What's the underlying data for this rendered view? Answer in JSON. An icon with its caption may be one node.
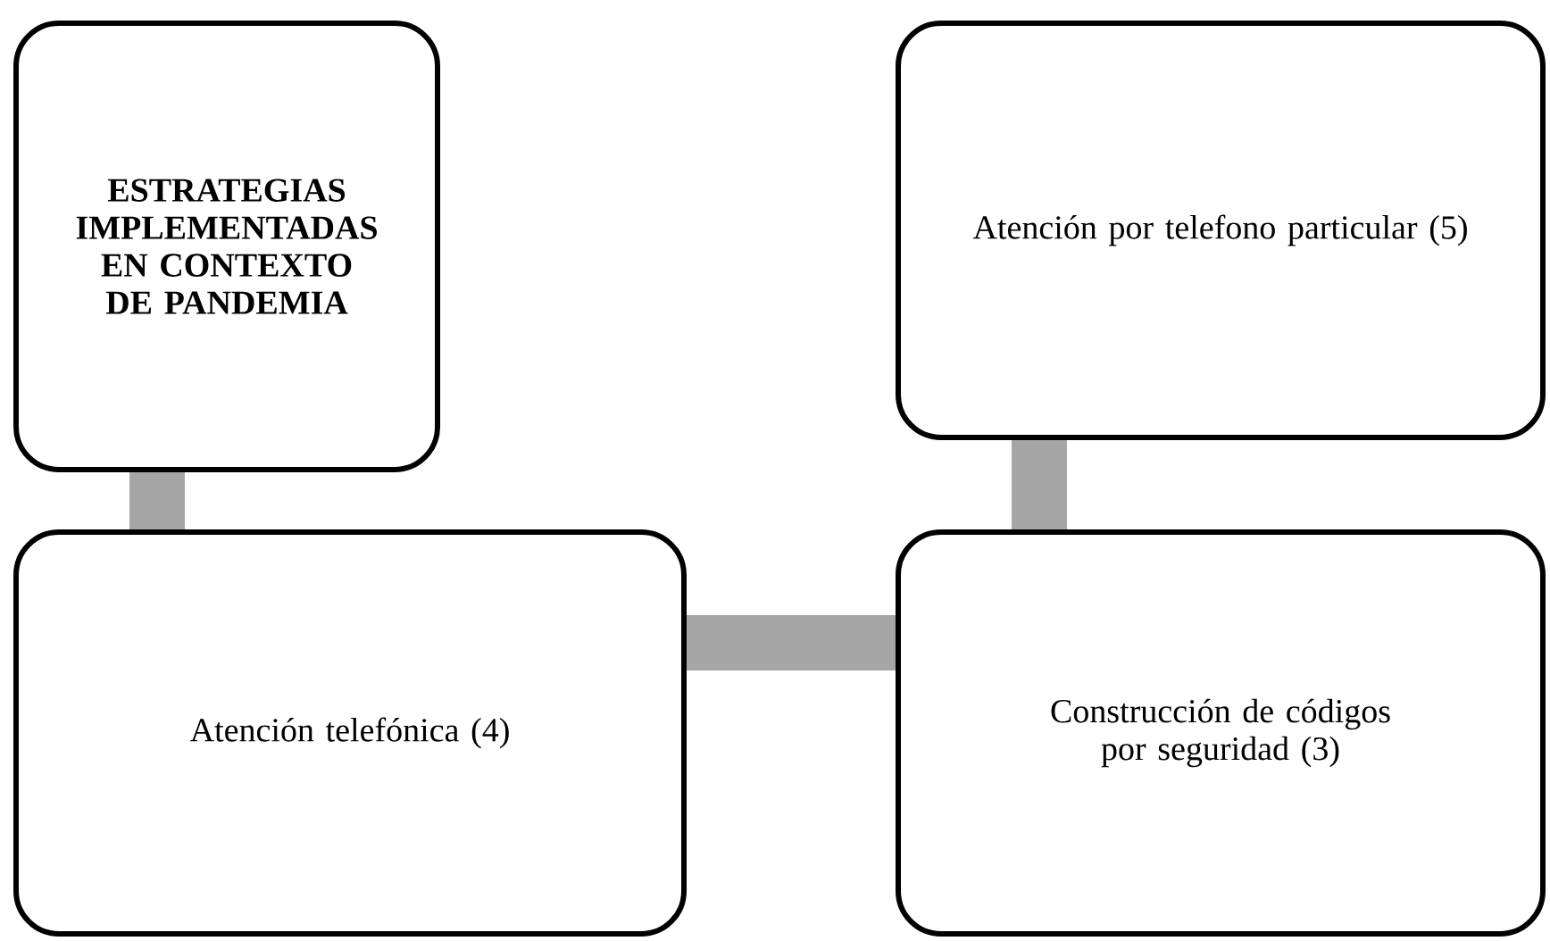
{
  "diagram": {
    "nodes": [
      {
        "text": [
          "ESTRATEGIAS IMPLEMENTADAS EN CONTEXTO DE PANDEMIA"
        ]
      },
      {
        "text": [
          "Atención por telefono particular (5)"
        ]
      },
      {
        "text": [
          "Atención telefónica (4)"
        ]
      },
      {
        "text": [
          "Construcción de códigos por seguridad (3)"
        ]
      }
    ],
    "edges": [
      {
        "from": 0,
        "to": 2,
        "arrow": "none"
      },
      {
        "from": 2,
        "to": 3,
        "arrow": "none"
      },
      {
        "from": 3,
        "to": 1,
        "arrow": "none"
      }
    ]
  }
}
